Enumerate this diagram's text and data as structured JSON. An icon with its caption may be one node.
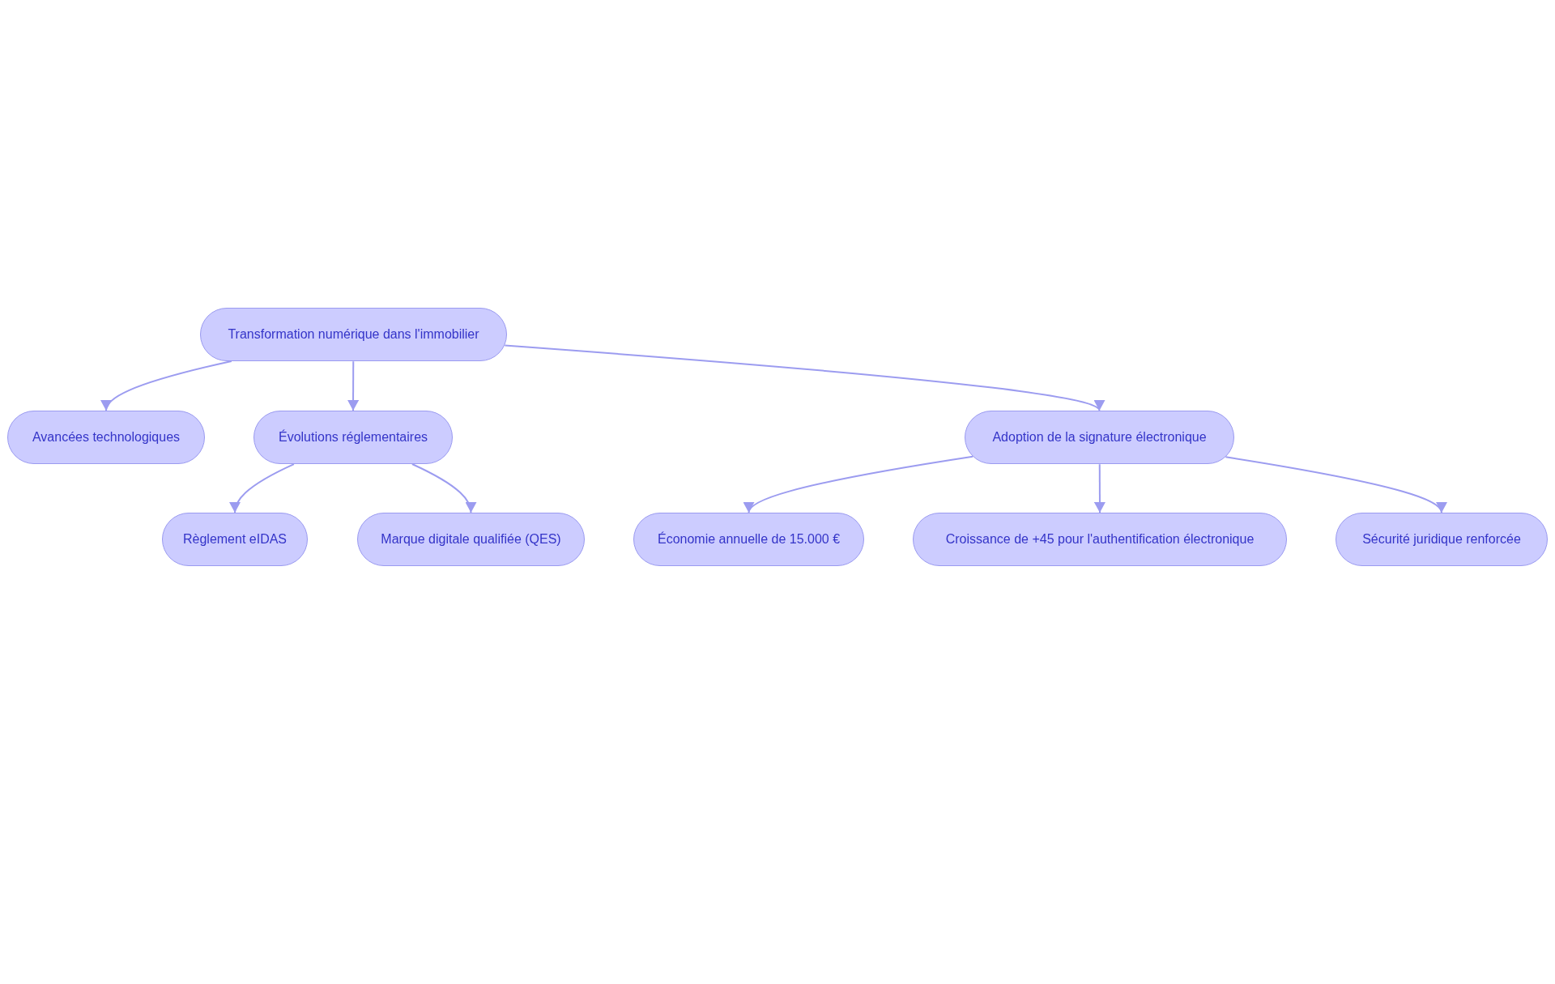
{
  "diagram": {
    "nodes": [
      {
        "text": [
          "Transformation numérique dans l'immobilier"
        ]
      },
      {
        "text": [
          "Avancées technologiques"
        ]
      },
      {
        "text": [
          "Évolutions réglementaires"
        ]
      },
      {
        "text": [
          "Adoption de la signature électronique"
        ]
      },
      {
        "text": [
          "Règlement eIDAS"
        ]
      },
      {
        "text": [
          "Marque digitale qualifiée (QES)"
        ]
      },
      {
        "text": [
          "Économie annuelle de 15.000 €"
        ]
      },
      {
        "text": [
          "Croissance de +45 pour l'authentification électronique"
        ]
      },
      {
        "text": [
          "Sécurité juridique renforcée"
        ]
      }
    ],
    "edges": [
      {
        "from": 0,
        "to": 1,
        "arrow": "to"
      },
      {
        "from": 0,
        "to": 2,
        "arrow": "to"
      },
      {
        "from": 0,
        "to": 3,
        "arrow": "to"
      },
      {
        "from": 2,
        "to": 4,
        "arrow": "to"
      },
      {
        "from": 2,
        "to": 5,
        "arrow": "to"
      },
      {
        "from": 3,
        "to": 6,
        "arrow": "to"
      },
      {
        "from": 3,
        "to": 7,
        "arrow": "to"
      },
      {
        "from": 3,
        "to": 8,
        "arrow": "to"
      }
    ]
  }
}
